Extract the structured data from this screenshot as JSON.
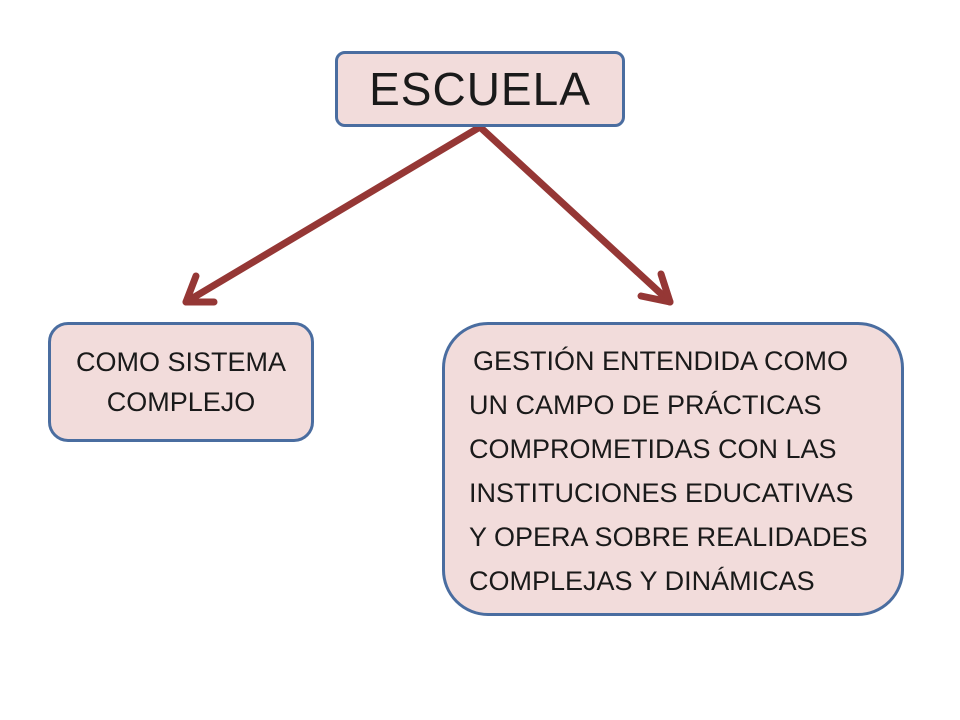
{
  "diagram": {
    "root": {
      "label": "ESCUELA"
    },
    "children": [
      {
        "lines": [
          "COMO SISTEMA",
          "COMPLEJO"
        ]
      },
      {
        "lines": [
          "GESTIÓN ENTENDIDA COMO",
          "UN CAMPO DE PRÁCTICAS",
          "COMPROMETIDAS CON LAS",
          "INSTITUCIONES EDUCATIVAS",
          "Y OPERA SOBRE REALIDADES",
          "COMPLEJAS Y DINÁMICAS"
        ]
      }
    ],
    "colors": {
      "node_fill": "#f2dcdb",
      "node_border": "#4a6da0",
      "arrow": "#953735",
      "text": "#1a1a1a"
    }
  }
}
